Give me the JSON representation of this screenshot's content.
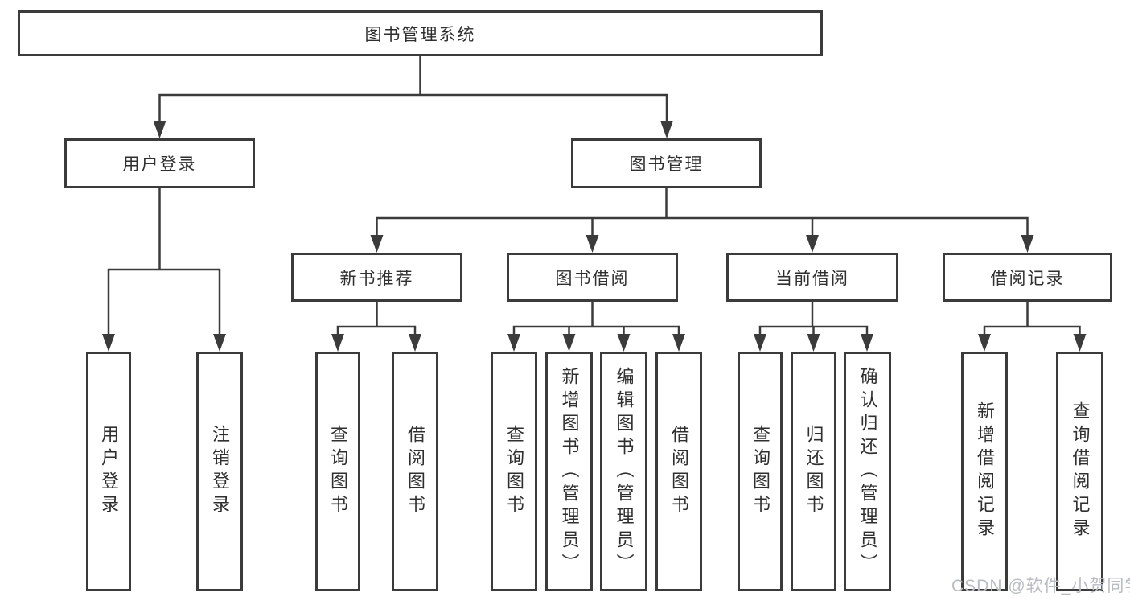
{
  "root": {
    "label": "图书管理系统"
  },
  "level2": {
    "user_login": {
      "label": "用户登录"
    },
    "book_mgmt": {
      "label": "图书管理"
    }
  },
  "level3": {
    "new_books": {
      "label": "新书推荐"
    },
    "borrowing": {
      "label": "图书借阅"
    },
    "current": {
      "label": "当前借阅"
    },
    "records": {
      "label": "借阅记录"
    }
  },
  "leaves": {
    "user_login": {
      "label": "用户登录"
    },
    "logout": {
      "label": "注销登录"
    },
    "nb_query": {
      "label": "查询图书"
    },
    "nb_borrow": {
      "label": "借阅图书"
    },
    "bw_query": {
      "label": "查询图书"
    },
    "bw_add": {
      "label": "新增图书（管理员）"
    },
    "bw_edit": {
      "label": "编辑图书（管理员）"
    },
    "bw_borrow": {
      "label": "借阅图书"
    },
    "cur_query": {
      "label": "查询图书"
    },
    "cur_return": {
      "label": "归还图书"
    },
    "cur_confirm": {
      "label": "确认归还（管理员）"
    },
    "rec_add": {
      "label": "新增借阅记录"
    },
    "rec_query": {
      "label": "查询借阅记录"
    }
  },
  "watermark": {
    "text": "CSDN @软件_小贺同学"
  },
  "colors": {
    "line": "#3b3b3b",
    "text": "#2f2f2f",
    "watermark": "#b9bdc3",
    "background": "#ffffff"
  }
}
